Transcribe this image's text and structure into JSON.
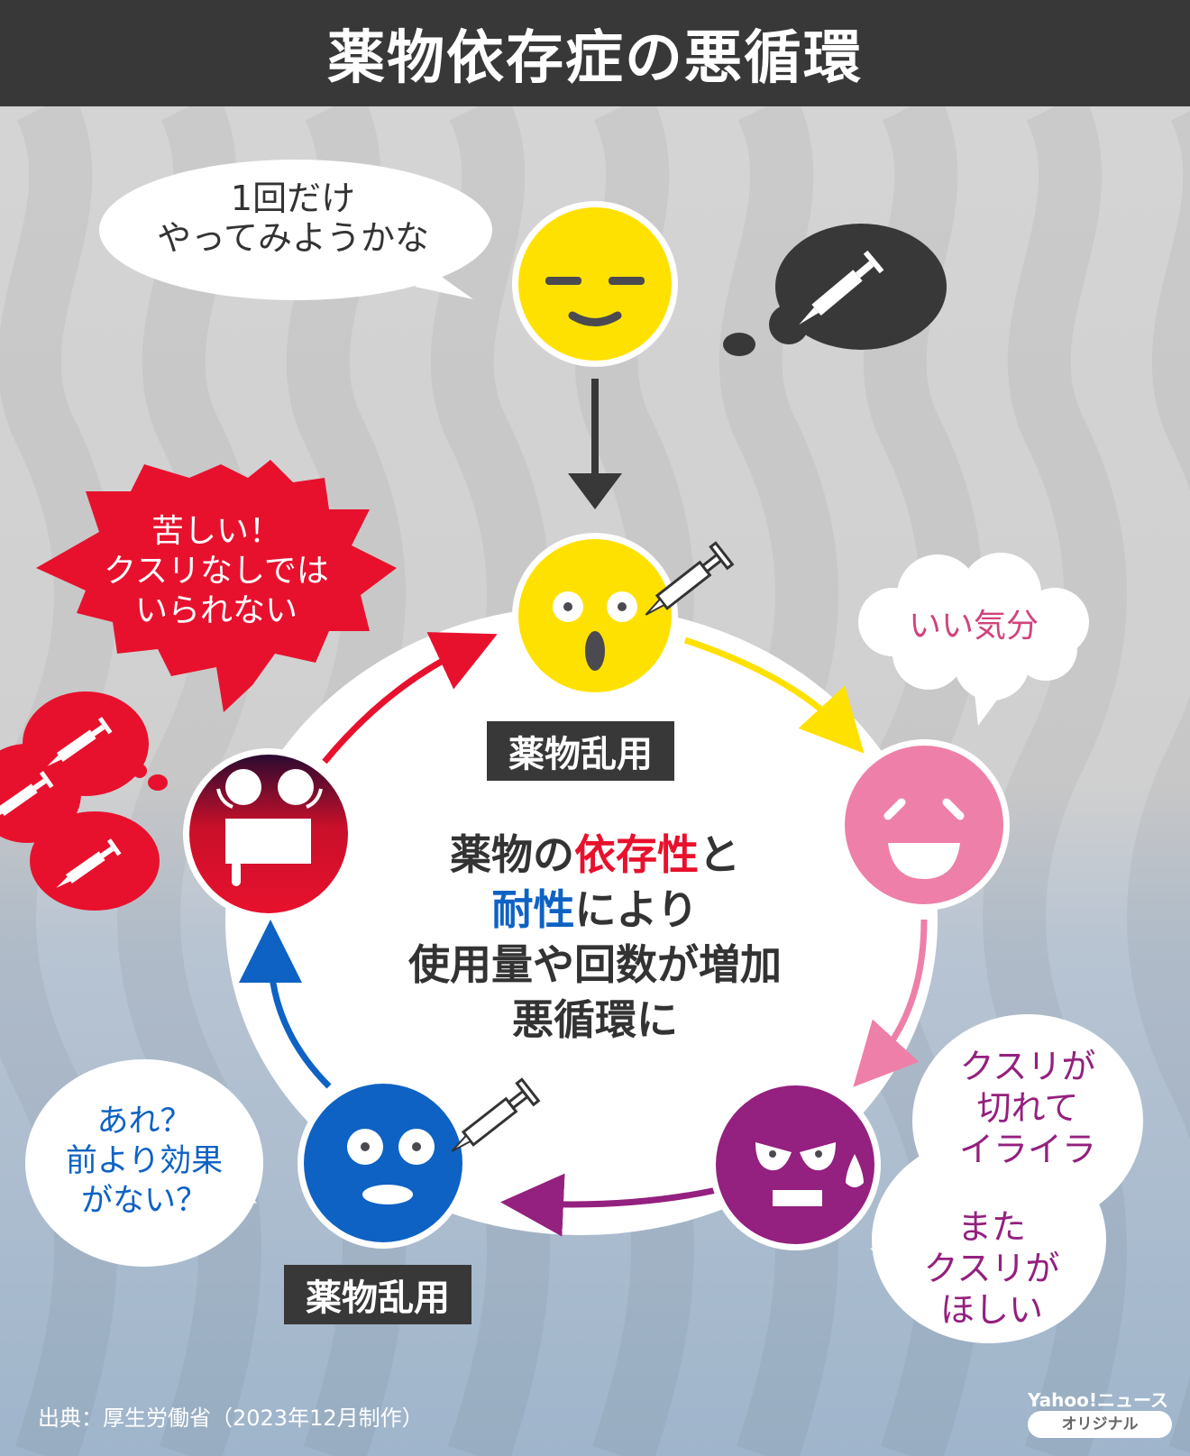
{
  "title": "薬物依存症の悪循環",
  "colors": {
    "header_bg": "#383838",
    "yellow": "#ffe100",
    "pink": "#ee7fa8",
    "purple": "#94207f",
    "blue": "#0e62c4",
    "red": "#e8112d",
    "dark": "#383838"
  },
  "bubbles": {
    "start": {
      "line1": "1回だけ",
      "line2": "やってみようかな"
    },
    "good_mood": "いい気分",
    "irritated": {
      "line1": "クスリが",
      "line2": "切れて",
      "line3": "イライラ"
    },
    "want_again": {
      "line1": "また",
      "line2": "クスリが",
      "line3": "ほしい"
    },
    "no_effect": {
      "line1": "あれ？",
      "line2": "前より効果",
      "line3": "がない？"
    },
    "suffering": {
      "line1": "苦しい！",
      "line2": "クスリなしでは",
      "line3": "いられない"
    }
  },
  "labels": {
    "abuse_top": "薬物乱用",
    "abuse_bottom": "薬物乱用"
  },
  "center": {
    "l1a": "薬物の",
    "l1b": "依存性",
    "l1c": "と",
    "l2a": "耐性",
    "l2b": "により",
    "l3": "使用量や回数が増加",
    "l4": "悪循環に"
  },
  "faces": [
    {
      "name": "smirk",
      "color": "yellow"
    },
    {
      "name": "surprised",
      "color": "yellow"
    },
    {
      "name": "happy",
      "color": "pink"
    },
    {
      "name": "angry-sweat",
      "color": "purple"
    },
    {
      "name": "blank",
      "color": "blue"
    },
    {
      "name": "suffering",
      "color": "red"
    }
  ],
  "footer": {
    "source": "出典：厚生労働省（2023年12月制作）",
    "brand": "Yahoo!ニュース",
    "badge": "オリジナル"
  }
}
